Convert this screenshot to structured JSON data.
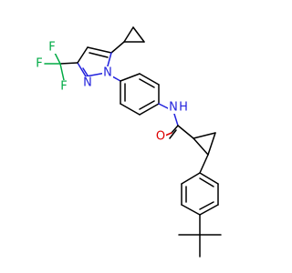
{
  "colors": {
    "carbon": "#000000",
    "nitrogen": "#2222dd",
    "oxygen": "#dd0000",
    "fluorine": "#00aa44"
  },
  "atoms": {
    "f1": "F",
    "f2": "F",
    "f3": "F",
    "n_ring_1": "N",
    "n_ring_2": "N",
    "nh": "N",
    "h": "H",
    "o": "O"
  }
}
